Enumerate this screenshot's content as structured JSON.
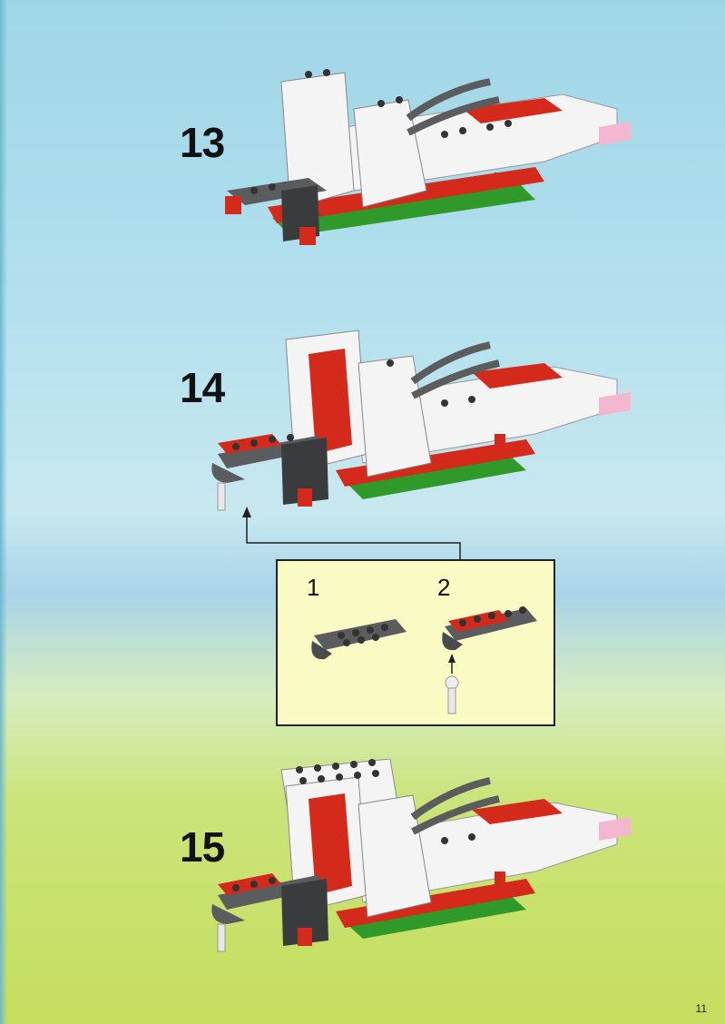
{
  "page": {
    "number": "11"
  },
  "steps": [
    {
      "number": "13",
      "illustration": "lego-assembly-step-13"
    },
    {
      "number": "14",
      "illustration": "lego-assembly-step-14"
    },
    {
      "number": "15",
      "illustration": "lego-assembly-step-15"
    }
  ],
  "inset": {
    "sub_steps": [
      {
        "number": "1",
        "illustration": "dark-grey-plate-with-hook"
      },
      {
        "number": "2",
        "illustration": "red-plate-on-grey-plate-with-pin"
      }
    ]
  },
  "colors": {
    "white_brick": "#f4f4f4",
    "red_brick": "#d42a1c",
    "dark_grey_brick": "#5a5c5e",
    "green_brick": "#2f9a2a",
    "pink_brick": "#f3b8cf",
    "inset_background": "#fafac4"
  }
}
